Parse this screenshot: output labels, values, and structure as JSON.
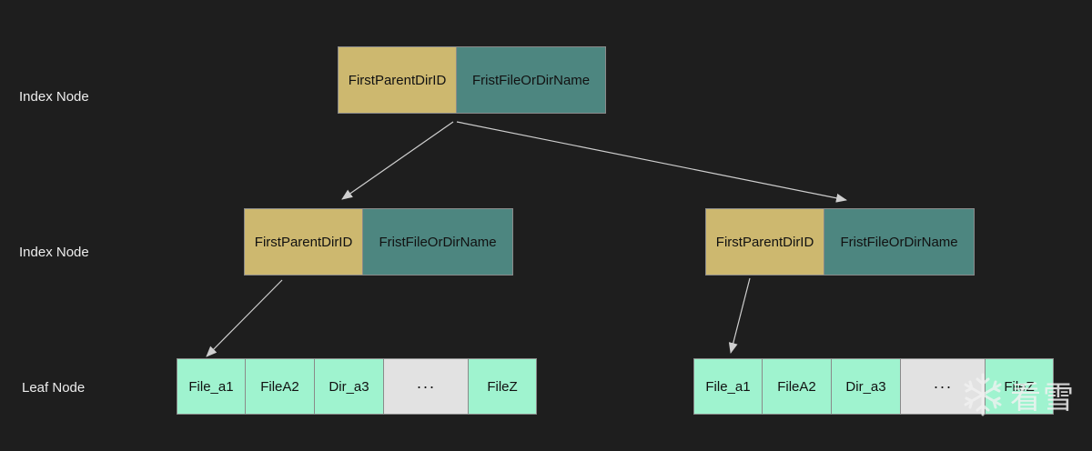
{
  "levels": {
    "root": "Index Node",
    "middle": "Index Node",
    "leaf": "Leaf Node"
  },
  "root_node": {
    "parent_id": "FirstParentDirID",
    "name": "FristFileOrDirName"
  },
  "index_left": {
    "parent_id": "FirstParentDirID",
    "name": "FristFileOrDirName"
  },
  "index_right": {
    "parent_id": "FirstParentDirID",
    "name": "FristFileOrDirName"
  },
  "leaf_left": [
    "File_a1",
    "FileA2",
    "Dir_a3",
    "···",
    "FileZ"
  ],
  "leaf_right": [
    "File_a1",
    "FileA2",
    "Dir_a3",
    "···",
    "FileZ"
  ],
  "watermark": {
    "text": "看雪"
  },
  "colors": {
    "background": "#1e1e1e",
    "parent_cell": "#cdb86f",
    "name_cell": "#4d8680",
    "file_cell": "#9ff3cf",
    "ellipsis_cell": "#e2e2e2",
    "arrow": "#cfcfcf"
  }
}
